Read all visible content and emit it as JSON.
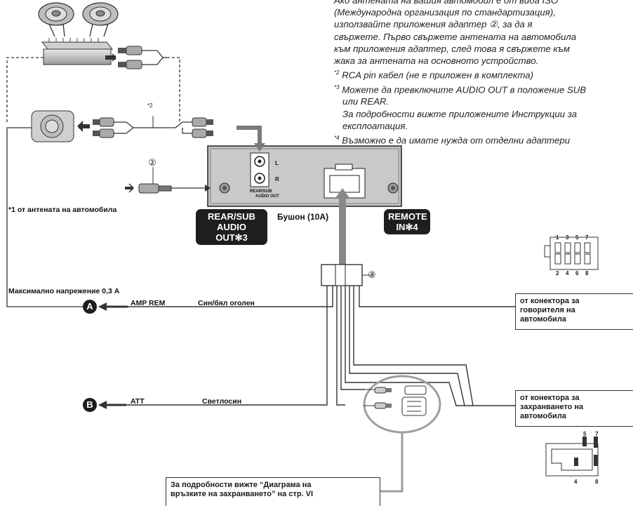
{
  "notes": {
    "line1": "Ако антената на вашия автомобил е от вида ISO",
    "line2": "(Международна организация по стандартизация),",
    "line3": "използвайте приложения адаптер ②, за да я",
    "line4": "свържете. Първо свържете антената на автомобила",
    "line5": "към приложения адаптер, след това я свържете към",
    "line6": "жака за антената на основното устройство.",
    "n2_mark": "*2",
    "n2": "RCA pin кабел (не е приложен в комплекта)",
    "n3_mark": "*3",
    "n3a": "Можете да превключите AUDIO OUT в положение SUB",
    "n3b": "или REAR.",
    "n3c": "За подробности вижте приложените Инструкции за",
    "n3d": "експлоатация.",
    "n4_mark": "*4",
    "n4": "Възможно е да имате нужда от отделни адаптери"
  },
  "labels": {
    "star2": "*2",
    "ref2": "②",
    "ref3": "③",
    "antenna": "*1 от антената на автомобила",
    "fuse": "Бушон (10A)",
    "max_current": "Максимално напрежение 0,3 А",
    "amp_rem": "AMP REM",
    "wire_amp": "Син/бял оголен",
    "att": "ATT",
    "wire_att": "Светлосин",
    "unit_l": "L",
    "unit_r": "R",
    "unit_rearsub": "REAR/SUB",
    "unit_audioout": "AUDIO OUT"
  },
  "badges": {
    "rear_sub_1": "REAR/SUB",
    "rear_sub_2": "AUDIO OUT✻3",
    "remote_1": "REMOTE",
    "remote_2": "IN✻4"
  },
  "markers": {
    "a": "A",
    "b": "B"
  },
  "boxes": {
    "speaker_1": "от конектора за",
    "speaker_2": "говорителя на",
    "speaker_3": "автомобила",
    "power_1": "от конектора за",
    "power_2": "захранването на",
    "power_3": "автомобила",
    "detail_1": "За подробности вижте “Диаграма на",
    "detail_2": "връзките на захранването” на стр. VI"
  },
  "pins": {
    "top": [
      "1",
      "3",
      "5",
      "7"
    ],
    "bottom": [
      "2",
      "4",
      "6",
      "8"
    ],
    "lower_top": [
      "5",
      "7"
    ],
    "lower_bottom": [
      "4",
      "8"
    ]
  }
}
